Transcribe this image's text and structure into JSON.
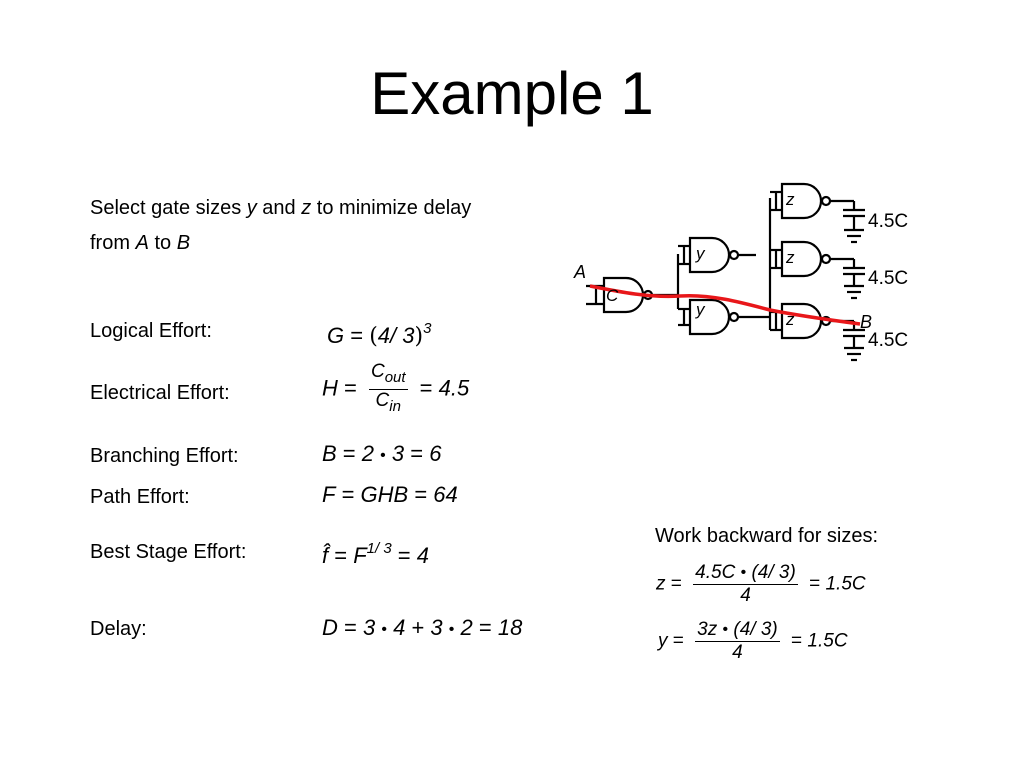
{
  "slide": {
    "title": "Example 1"
  },
  "intro": {
    "line1_a": "Select gate sizes ",
    "line1_y": "y",
    "line1_b": " and ",
    "line1_z": "z",
    "line1_c": " to minimize delay",
    "line2_a": "from ",
    "line2_A": "A",
    "line2_b": " to ",
    "line2_B": "B"
  },
  "rows": {
    "logical": {
      "label": "Logical Effort:",
      "lhs": "G",
      "eq": " = ",
      "open": "(",
      "num": "4/ 3",
      "close": ")",
      "exp": "3"
    },
    "electrical": {
      "label": "Electrical Effort:",
      "lhs": "H",
      "eq1": " = ",
      "num": "C",
      "num_sub": "out",
      "den": "C",
      "den_sub": "in",
      "eq2": " = ",
      "val": "4.5"
    },
    "branching": {
      "label": "Branching Effort:",
      "lhs": "B",
      "eq1": " = ",
      "a": "2",
      "dot": "•",
      "b": "3",
      "eq2": " = ",
      "val": "6"
    },
    "path": {
      "label": "Path Effort:",
      "lhs": "F",
      "eq1": " = ",
      "mid": "GHB",
      "eq2": " = ",
      "val": "64"
    },
    "best": {
      "label": "Best Stage Effort:",
      "lhs": "f̂",
      "eq1": " = ",
      "base": "F",
      "exp": "1/ 3",
      "eq2": " = ",
      "val": "4"
    },
    "delay": {
      "label": "Delay:",
      "lhs": "D",
      "eq1": " = ",
      "a": "3",
      "dot1": "•",
      "b": "4",
      "plus": " + ",
      "c": "3",
      "dot2": "•",
      "d": "2",
      "eq2": " = ",
      "val": "18"
    }
  },
  "work": {
    "heading": "Work backward for sizes:",
    "z": {
      "lhs": "z",
      "eq1": " = ",
      "num_a": "4.5C",
      "dot": "•",
      "num_b": "(4/ 3)",
      "den": "4",
      "eq2": " = ",
      "val": "1.5C"
    },
    "y": {
      "lhs": "y",
      "eq1": " = ",
      "num_a": "3z",
      "dot": "•",
      "num_b": "(4/ 3)",
      "den": "4",
      "eq2": " = ",
      "val": "1.5C"
    }
  },
  "circuit": {
    "input_label": "A",
    "output_label": "B",
    "gate1_label": "C",
    "y_label": "y",
    "z_label": "z",
    "load_label": "4.5C",
    "path_color": "#e8171a",
    "wire_color": "#000000"
  }
}
